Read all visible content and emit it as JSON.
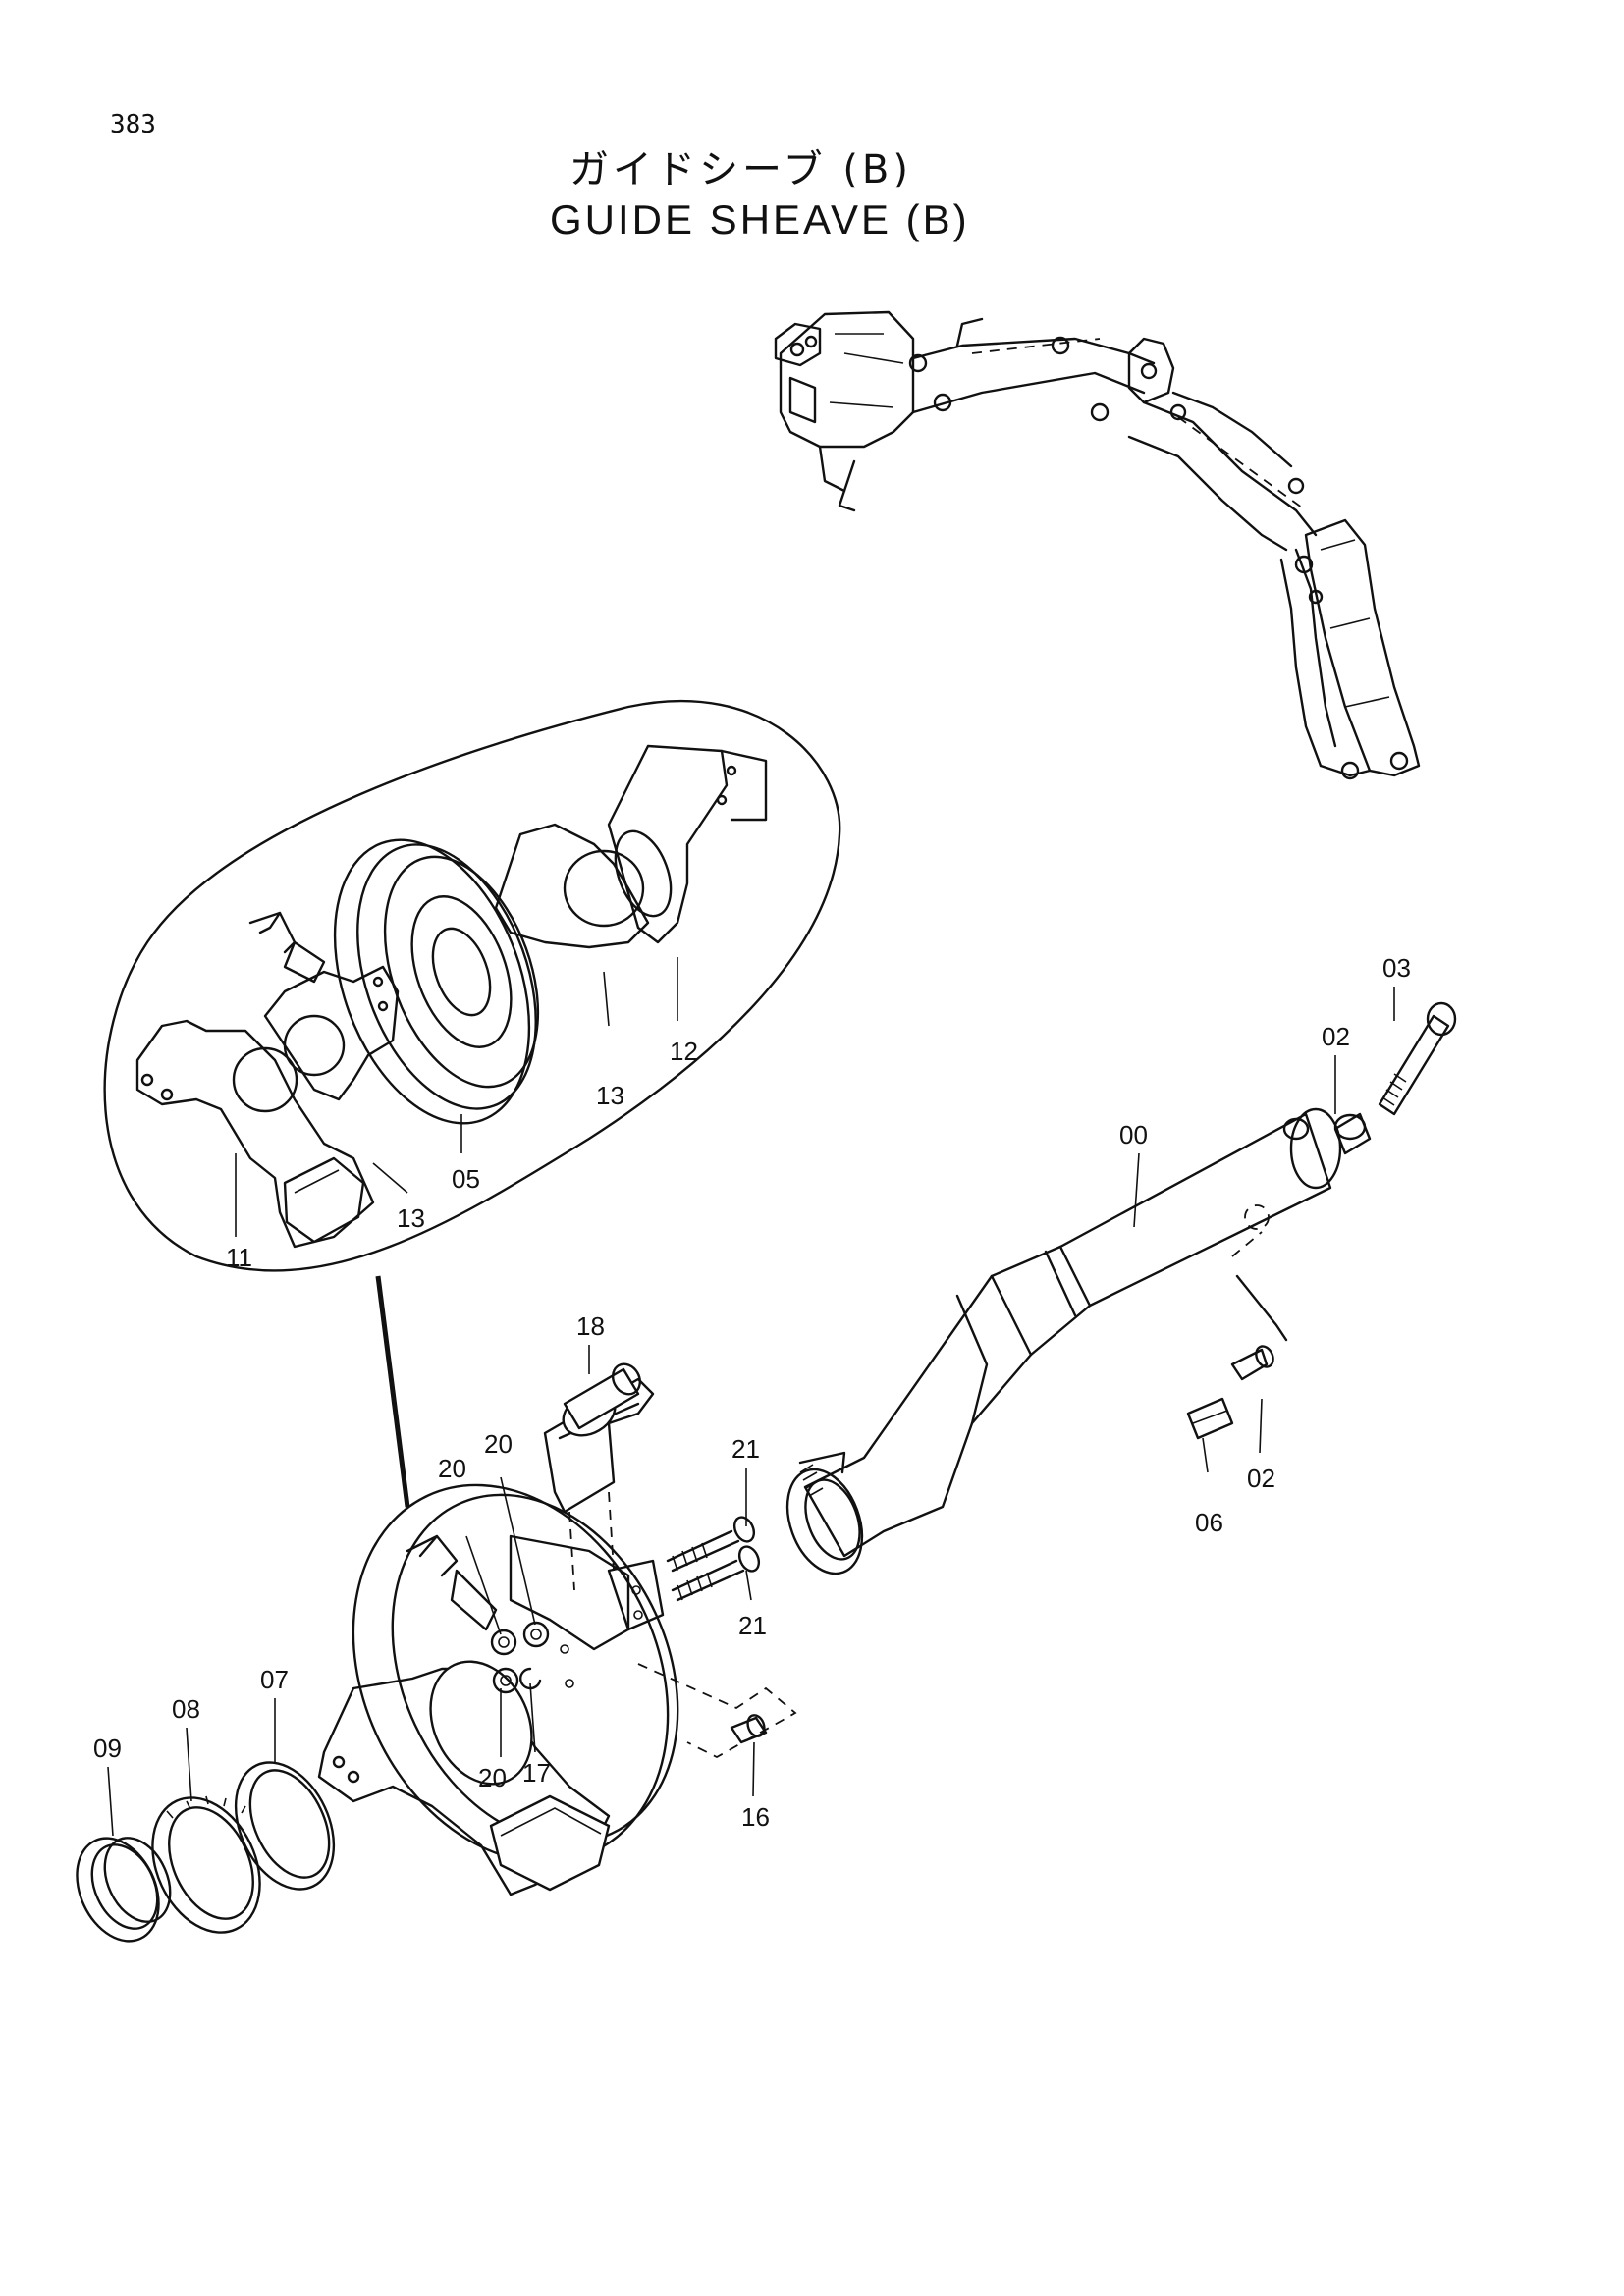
{
  "page": {
    "number": "383"
  },
  "title": {
    "japanese": "ガイドシーブ (B)",
    "english": "GUIDE SHEAVE (B)"
  },
  "callouts": {
    "p00": "00",
    "p02a": "02",
    "p02b": "02",
    "p03": "03",
    "p05": "05",
    "p06": "06",
    "p07": "07",
    "p08": "08",
    "p09": "09",
    "p11": "11",
    "p12": "12",
    "p13a": "13",
    "p13b": "13",
    "p16": "16",
    "p17": "17",
    "p18": "18",
    "p20a": "20",
    "p20b": "20",
    "p20c": "20",
    "p21a": "21",
    "p21b": "21"
  }
}
